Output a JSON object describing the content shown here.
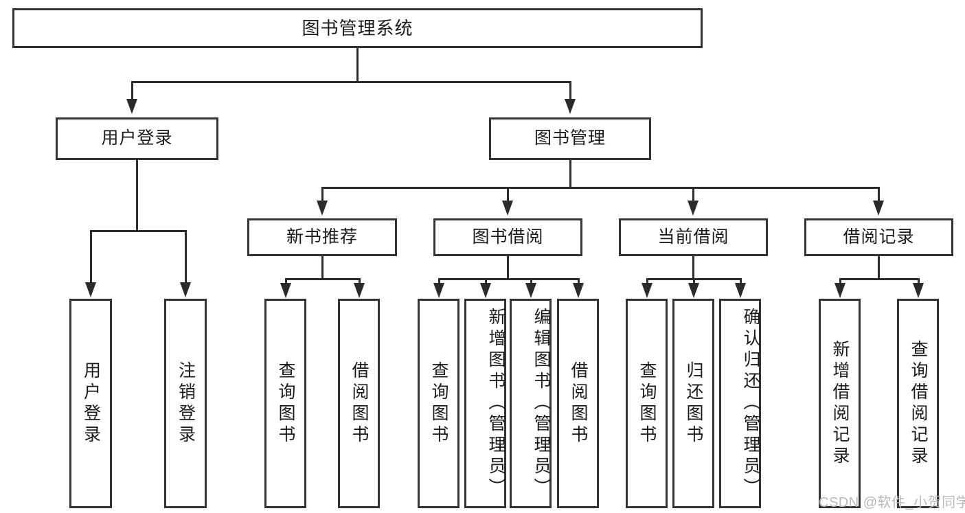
{
  "diagram": {
    "title": "图书管理系统",
    "type": "hierarchy-tree",
    "root": {
      "label": "图书管理系统",
      "orientation": "horizontal"
    },
    "level2": [
      {
        "label": "用户登录",
        "orientation": "horizontal"
      },
      {
        "label": "图书管理",
        "orientation": "horizontal"
      }
    ],
    "level3": [
      {
        "label": "新书推荐",
        "orientation": "horizontal"
      },
      {
        "label": "图书借阅",
        "orientation": "horizontal"
      },
      {
        "label": "当前借阅",
        "orientation": "horizontal"
      },
      {
        "label": "借阅记录",
        "orientation": "horizontal"
      }
    ],
    "leaves": {
      "user_login": [
        {
          "label": "用户登录",
          "orientation": "vertical"
        },
        {
          "label": "注销登录",
          "orientation": "vertical"
        }
      ],
      "new_book_recommend": [
        {
          "label": "查询图书",
          "orientation": "vertical"
        },
        {
          "label": "借阅图书",
          "orientation": "vertical"
        }
      ],
      "book_borrow": [
        {
          "label": "查询图书",
          "orientation": "vertical"
        },
        {
          "label": "新增图书（管理员）",
          "orientation": "vertical"
        },
        {
          "label": "编辑图书（管理员）",
          "orientation": "vertical"
        },
        {
          "label": "借阅图书",
          "orientation": "vertical"
        }
      ],
      "current_borrow": [
        {
          "label": "查询图书",
          "orientation": "vertical"
        },
        {
          "label": "归还图书",
          "orientation": "vertical"
        },
        {
          "label": "确认归还（管理员）",
          "orientation": "vertical"
        }
      ],
      "borrow_record": [
        {
          "label": "新增借阅记录",
          "orientation": "vertical"
        },
        {
          "label": "查询借阅记录",
          "orientation": "vertical"
        }
      ]
    }
  },
  "watermark": {
    "text": "CSDN @软件_小贺同学"
  },
  "colors": {
    "box_border": "#333333",
    "line": "#2b2b2b",
    "text": "#1a1a1a",
    "background": "#ffffff",
    "watermark": "#b9b9b9"
  }
}
